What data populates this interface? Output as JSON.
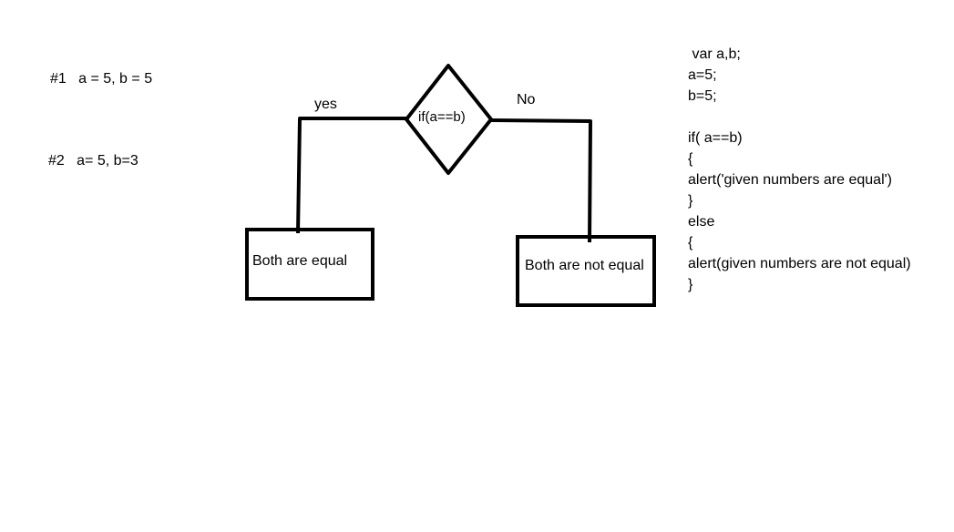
{
  "cases": [
    "#1   a = 5, b = 5",
    "#2   a= 5, b=3"
  ],
  "flowchart": {
    "decision": "if(a==b)",
    "yes_label": "yes",
    "no_label": "No",
    "yes_box": "Both are equal",
    "no_box": "Both are not equal"
  },
  "code_lines": [
    " var a,b;",
    "a=5;",
    "b=5;",
    "",
    "if( a==b)",
    "{",
    "alert('given numbers are equal')",
    "}",
    "else",
    "{",
    "alert(given numbers are not equal)",
    "}"
  ]
}
